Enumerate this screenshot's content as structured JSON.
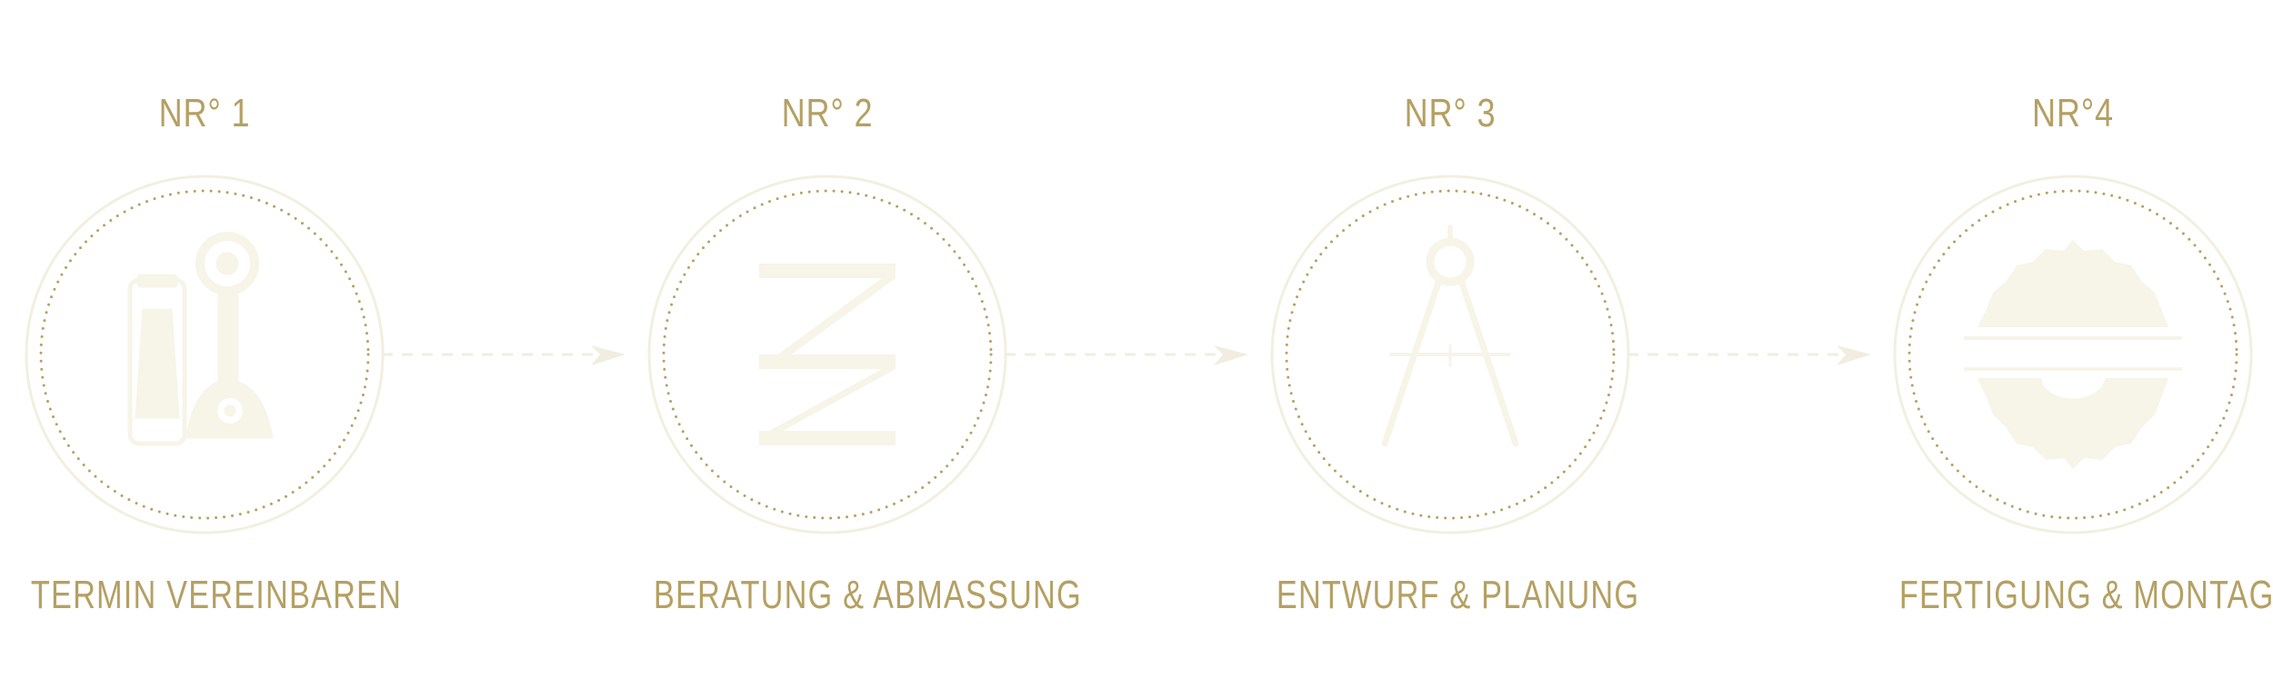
{
  "steps": [
    {
      "number": "NR° 1",
      "title": "TERMIN VEREINBAREN",
      "icon": "telephone-icon"
    },
    {
      "number": "NR° 2",
      "title": "BERATUNG & ABMASSUNG",
      "icon": "folding-ruler-icon"
    },
    {
      "number": "NR° 3",
      "title": "ENTWURF & PLANUNG",
      "icon": "compass-icon"
    },
    {
      "number": "NR°4",
      "title": "FERTIGUNG & MONTAGE",
      "icon": "saw-blade-icon"
    }
  ],
  "colors": {
    "gold": "#b5a063",
    "icon_fill": "#f7f4e8",
    "ring": "#f3efe0",
    "arrow": "#f1ede0",
    "background": "#ffffff"
  }
}
